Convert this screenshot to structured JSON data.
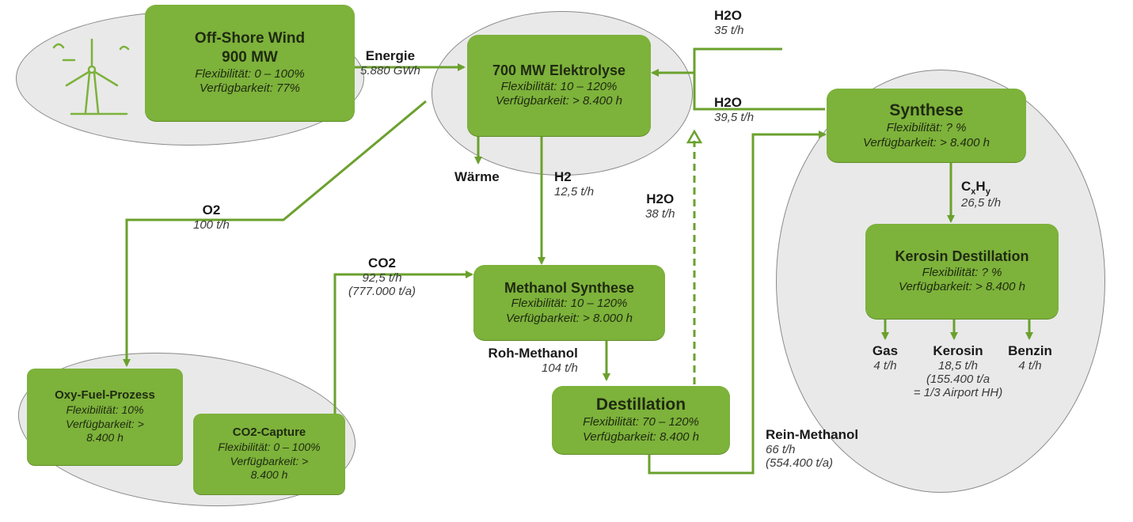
{
  "colors": {
    "box": "#7db23b",
    "line": "#6aa12d",
    "ellipse": "#e9e9e9"
  },
  "wind": {
    "title": "Off-Shore Wind",
    "power": "900 MW",
    "flex": "Flexibilität: 0 – 100%",
    "avail": "Verfügbarkeit: 77%"
  },
  "energie": {
    "label": "Energie",
    "value": "5.880 GWh"
  },
  "elektrolyse": {
    "title": "700 MW Elektrolyse",
    "flex": "Flexibilität: 10 – 120%",
    "avail": "Verfügbarkeit: > 8.400 h"
  },
  "h2o_top": {
    "label": "H2O",
    "value": "35 t/h"
  },
  "h2o_mid": {
    "label": "H2O",
    "value": "39,5 t/h"
  },
  "h2o_ret": {
    "label": "H2O",
    "value": "38 t/h"
  },
  "waerme": {
    "label": "Wärme"
  },
  "h2": {
    "label": "H2",
    "value": "12,5 t/h"
  },
  "o2": {
    "label": "O2",
    "value": "100 t/h"
  },
  "co2": {
    "label": "CO2",
    "value": "92,5 t/h",
    "value2": "(777.000 t/a)"
  },
  "methanol_synthese": {
    "title": "Methanol Synthese",
    "flex": "Flexibilität: 10 – 120%",
    "avail": "Verfügbarkeit: > 8.000 h"
  },
  "roh_methanol": {
    "label": "Roh-Methanol",
    "value": "104 t/h"
  },
  "destillation": {
    "title": "Destillation",
    "flex": "Flexibilität: 70 – 120%",
    "avail": "Verfügbarkeit: 8.400 h"
  },
  "rein_methanol": {
    "label": "Rein-Methanol",
    "value": "66 t/h",
    "value2": "(554.400 t/a)"
  },
  "oxyfuel": {
    "title": "Oxy-Fuel-Prozess",
    "flex": "Flexibilität: 10%",
    "avail": "Verfügbarkeit: >",
    "avail2": "8.400 h"
  },
  "co2capture": {
    "title": "CO2-Capture",
    "flex": "Flexibilität: 0 – 100%",
    "avail": "Verfügbarkeit: >",
    "avail2": "8.400 h"
  },
  "synthese": {
    "title": "Synthese",
    "flex": "Flexibilität: ? %",
    "avail": "Verfügbarkeit: > 8.400 h"
  },
  "cxhy": {
    "label": "CxHy",
    "base": "C",
    "sub1": "x",
    "mid": "H",
    "sub2": "y",
    "value": "26,5 t/h"
  },
  "kerosin_dest": {
    "title": "Kerosin Destillation",
    "flex": "Flexibilität: ? %",
    "avail": "Verfügbarkeit: > 8.400 h"
  },
  "outputs": {
    "gas": {
      "label": "Gas",
      "value": "4 t/h"
    },
    "kerosin": {
      "label": "Kerosin",
      "value": "18,5 t/h",
      "value2": "(155.400 t/a",
      "value3": "= 1/3 Airport HH)"
    },
    "benzin": {
      "label": "Benzin",
      "value": "4 t/h"
    }
  }
}
